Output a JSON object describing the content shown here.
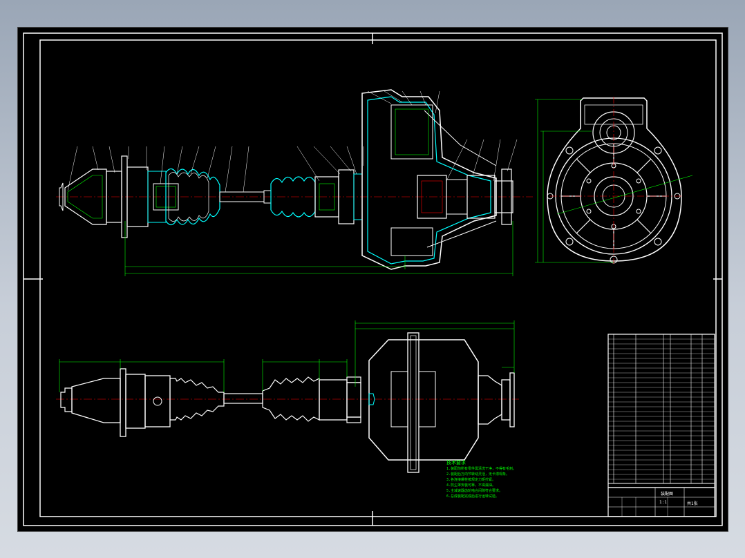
{
  "drawing": {
    "background": "#000000",
    "line_color": "#ffffff",
    "dimension_color": "#00ff00",
    "hatch_color": "#00ffff",
    "centerline_color": "#ff0000",
    "boot_color": "#00ffff"
  },
  "notes": {
    "title": "技术要求",
    "lines": [
      "1.装配前所有零件需清洗干净，不得有毛刺。",
      "2.装配后万向节转动灵活，无卡滞现象。",
      "3.各连接螺栓按规定力矩拧紧。",
      "4.防尘罩安装可靠，不得漏油。",
      "5.主减速器齿轮啮合间隙符合要求。",
      "6.总成装配完成后进行运转试验。"
    ]
  },
  "title_block": {
    "drawing_name": "装配图",
    "scale": "1:1",
    "sheet": "共1张"
  }
}
